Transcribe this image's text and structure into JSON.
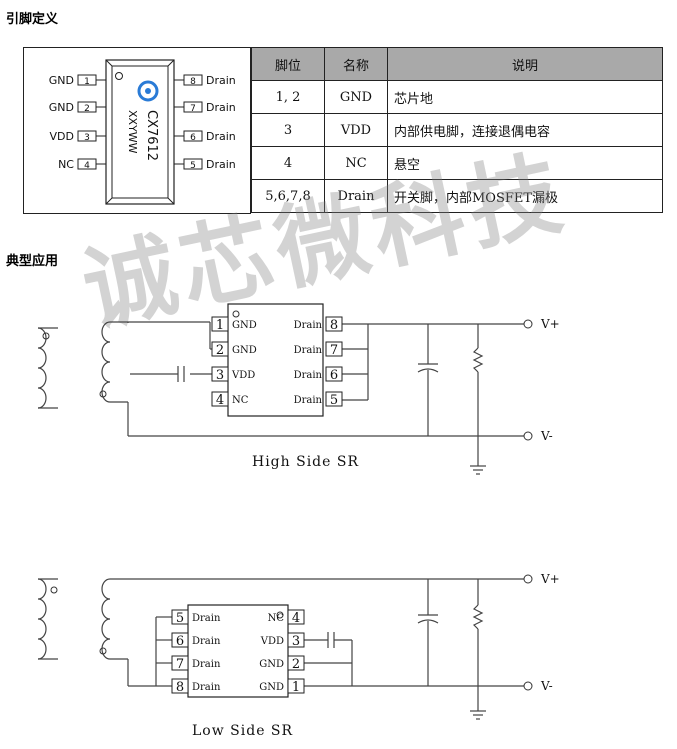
{
  "sections": {
    "pin_def": "引脚定义",
    "app": "典型应用"
  },
  "package": {
    "part": "CX7612",
    "code": "XXYWW",
    "left_pins": [
      {
        "num": "1",
        "name": "GND"
      },
      {
        "num": "2",
        "name": "GND"
      },
      {
        "num": "3",
        "name": "VDD"
      },
      {
        "num": "4",
        "name": "NC"
      }
    ],
    "right_pins": [
      {
        "num": "8",
        "name": "Drain"
      },
      {
        "num": "7",
        "name": "Drain"
      },
      {
        "num": "6",
        "name": "Drain"
      },
      {
        "num": "5",
        "name": "Drain"
      }
    ]
  },
  "table": {
    "headers": [
      "脚位",
      "名称",
      "说明"
    ],
    "rows": [
      [
        "1, 2",
        "GND",
        "芯片地"
      ],
      [
        "3",
        "VDD",
        "内部供电脚，连接退偶电容"
      ],
      [
        "4",
        "NC",
        "悬空"
      ],
      [
        "5,6,7,8",
        "Drain",
        "开关脚，内部MOSFET漏极"
      ]
    ]
  },
  "watermark": "诚芯微科技",
  "high_side": {
    "caption": "High Side SR",
    "vplus": "V+",
    "vminus": "V-",
    "left_pins": [
      {
        "num": "1",
        "name": "GND"
      },
      {
        "num": "2",
        "name": "GND"
      },
      {
        "num": "3",
        "name": "VDD"
      },
      {
        "num": "4",
        "name": "NC"
      }
    ],
    "right_pins": [
      {
        "num": "8",
        "name": "Drain"
      },
      {
        "num": "7",
        "name": "Drain"
      },
      {
        "num": "6",
        "name": "Drain"
      },
      {
        "num": "5",
        "name": "Drain"
      }
    ]
  },
  "low_side": {
    "caption": "Low Side SR",
    "vplus": "V+",
    "vminus": "V-",
    "left_pins": [
      {
        "num": "5",
        "name": "Drain"
      },
      {
        "num": "6",
        "name": "Drain"
      },
      {
        "num": "7",
        "name": "Drain"
      },
      {
        "num": "8",
        "name": "Drain"
      }
    ],
    "right_pins": [
      {
        "num": "4",
        "name": "NC"
      },
      {
        "num": "3",
        "name": "VDD"
      },
      {
        "num": "2",
        "name": "GND"
      },
      {
        "num": "1",
        "name": "GND"
      }
    ]
  }
}
